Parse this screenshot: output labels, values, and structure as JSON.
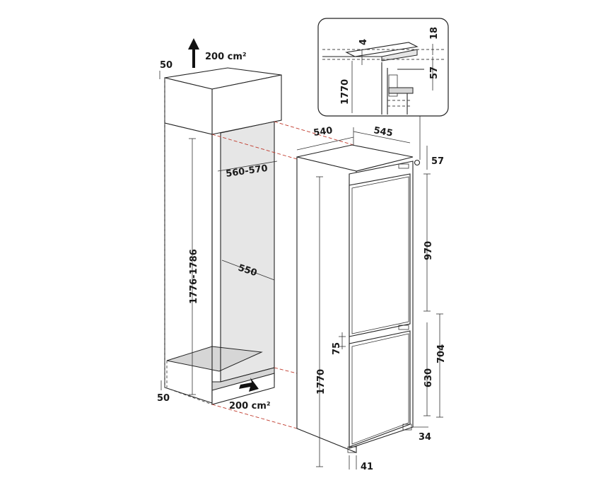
{
  "dimensions": {
    "top_gap_left": "50",
    "vent_top": "200 cm²",
    "vent_bottom": "200 cm²",
    "bottom_gap_left": "50",
    "niche_height": "1776-1786",
    "niche_width": "560-570",
    "niche_depth": "550",
    "appliance_depth": "540",
    "appliance_width": "545",
    "top_offset": "57",
    "upper_door": "970",
    "door_gap": "75",
    "lower_door_total": "704",
    "lower_door": "630",
    "plinth": "34",
    "appliance_height": "1770",
    "base_offset": "41",
    "detail_4": "4",
    "detail_18": "18",
    "detail_57": "57",
    "detail_1770": "1770"
  }
}
